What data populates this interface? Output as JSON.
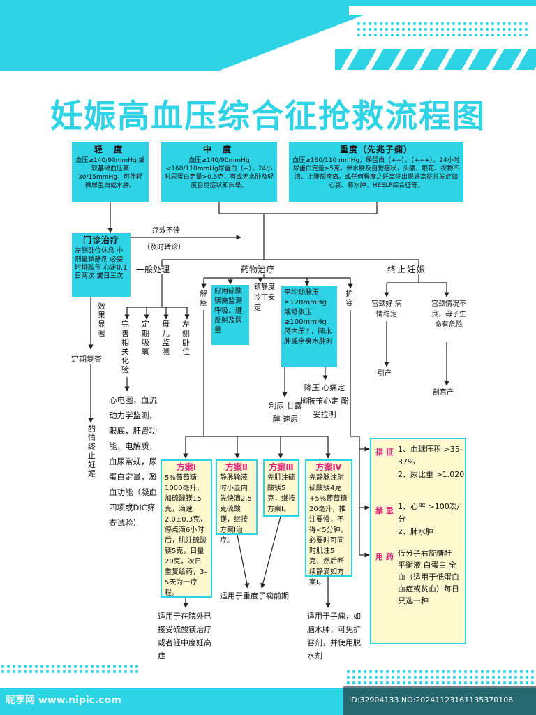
{
  "title": "妊娠高血压综合征抢救流程图",
  "severity": {
    "mild": {
      "heading": "轻 度",
      "text": "血压≥140/90mmHg 或较基础血压高 30/15mmHg，可伴轻 微尿蛋白或水肿。"
    },
    "moderate": {
      "heading": "中 度",
      "text": "血压≥140/90mmHg <160/110mmHg尿蛋白（+），24小时尿蛋白定量>0.5克，有或无水肿及轻度自觉症状和头晕。"
    },
    "severe": {
      "heading": "重度（先兆子痫）",
      "text": "血压≥160/110 mmHg，尿蛋白（++），（+++）。24小时尿蛋白定量≥5克，伴水肿及自觉症状，头痛、眼花、视物不清、上腹部疼痛。或任何程度之妊高征出现妊高征并发症如心衰、肺水肿、HEELP综合征等。"
    }
  },
  "outpatient": {
    "heading": "门诊治疗",
    "text": "左侧卧位休息 小剂量镇静剂 必要时柳胺苄 心定0.1日两次 或日三次"
  },
  "ineffective": "疗效不佳",
  "transfer": "（及时转诊）",
  "effect": "效果显著",
  "followup": "定期复查",
  "terminate_consider": "酌情终止妊娠",
  "general": {
    "heading": "一般处理",
    "items": [
      "完善相关化验",
      "定期吸氧",
      "母儿监测",
      "左侧卧位"
    ],
    "monitor": "心电图，血流动力学监测，眼底，肝肾功能，电解质，血尿常规，尿蛋白定量，凝血功能（凝血四项或DIC筛查试验）"
  },
  "drug": {
    "heading": "药物治疗",
    "spasm": "解痉",
    "sedation": "镇静度冷丁安定",
    "mg_box": "应用硫酸镁需监测呼吸、腱反射及尿量",
    "bp_box": "平均动脉压≥128mmHg 或舒张压≥100mmHg 颅内压↑，肺水肿或全身水肿时",
    "diuresis": "利尿 甘露醇 速尿",
    "lower_bp": "降压 心痛定 柳胺苄心定 酚妥拉明",
    "expand": "扩容"
  },
  "terminate": {
    "heading": "终止妊娠",
    "good": "宫颈好 病情稳定",
    "bad": "宫颈情况不良，母子生命有危险",
    "induce": "引产",
    "csection": "剖宫产"
  },
  "plans": [
    {
      "title": "方案Ⅰ",
      "text": "5%葡萄糖1000毫升，加硫酸镁15克，滴速2.0±0.3克，停点滴6小时后，肌注硫酸镁5克，日量20克，次日重复给药，3–5天为一疗程。"
    },
    {
      "title": "方案Ⅱ",
      "text": "静脉输液时小壶内先快滴2.5克硫酸镁，继按方案Ⅰ治疗。"
    },
    {
      "title": "方案Ⅲ",
      "text": "先肌注硫酸镁5克，继按方案Ⅰ。"
    },
    {
      "title": "方案Ⅳ",
      "text": "先静脉注射硫酸镁4克+5%葡萄糖20毫升，推注要慢，不得<5分钟，必要时可同时肌注5克，然后断续静滴如方案Ⅰ。"
    }
  ],
  "plan_notes": {
    "p1": "适用于在院外已接受硫酸镁治疗或者轻中度妊高症",
    "p23": "适用于重度子痫前期",
    "p4": "适用于子痫，如脑水肿，可免扩容剂，并使用脱水剂"
  },
  "expansion": {
    "indication_label": "指 征",
    "indication": [
      "1、血球压积 >35-37%",
      "2、尿比重 >1.020"
    ],
    "contra_label": "禁 忌",
    "contra": [
      "1、心率 >100次/分",
      "2、肺水肿"
    ],
    "drug_label": "用 药",
    "drugs": "低分子右旋糖酐 平衡液 白蛋白 全血（适用于低蛋白血症或贫血）每日只选一种"
  },
  "watermark": {
    "left": "昵享网 www.nipic.com",
    "right": "ID:32904133 NO:20241123161135370106"
  },
  "colors": {
    "accent": "#2ed3e6",
    "magenta": "#e0207a",
    "plan_bg": "#fffad0"
  }
}
